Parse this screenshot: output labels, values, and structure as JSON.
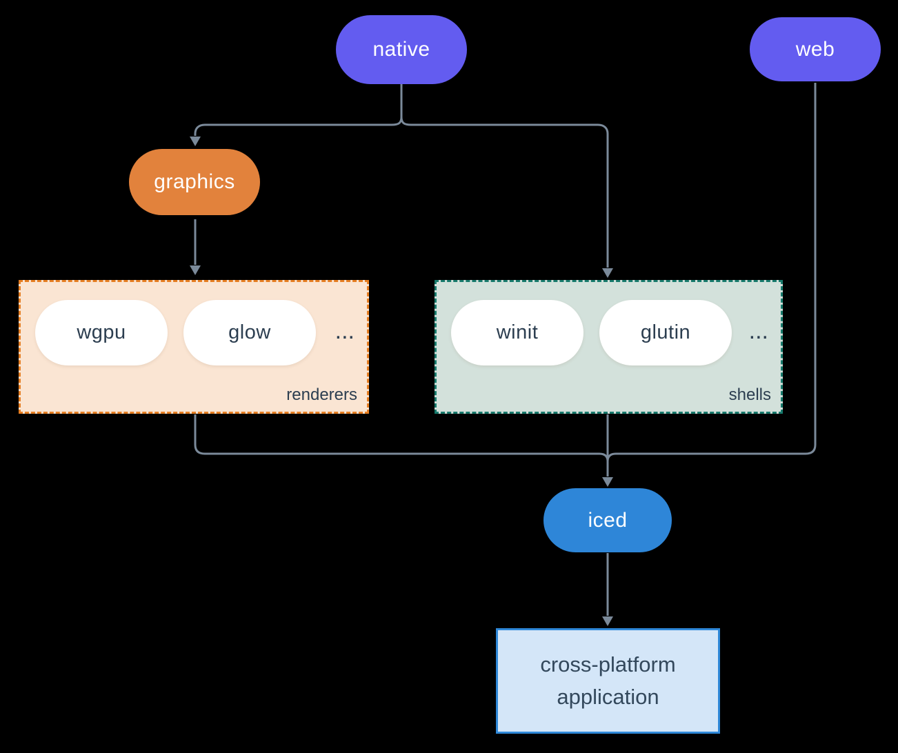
{
  "canvas_background": "#000000",
  "connector_color": "#7B8A9A",
  "nodes": {
    "native": {
      "label": "native",
      "color": "#635CF0",
      "text_color": "#FFFFFF"
    },
    "web": {
      "label": "web",
      "color": "#635CF0",
      "text_color": "#FFFFFF"
    },
    "graphics": {
      "label": "graphics",
      "color": "#E2823C",
      "text_color": "#FFFFFF"
    },
    "iced": {
      "label": "iced",
      "color": "#2E86D8",
      "text_color": "#FFFFFF"
    },
    "wgpu": {
      "label": "wgpu",
      "color": "#FFFFFF",
      "text_color": "#2C3E50"
    },
    "glow": {
      "label": "glow",
      "color": "#FFFFFF",
      "text_color": "#2C3E50"
    },
    "winit": {
      "label": "winit",
      "color": "#FFFFFF",
      "text_color": "#2C3E50"
    },
    "glutin": {
      "label": "glutin",
      "color": "#FFFFFF",
      "text_color": "#2C3E50"
    }
  },
  "groups": {
    "renderers": {
      "label": "renderers",
      "ellipsis": "...",
      "background": "#FAE5D3",
      "border_color": "#E67E22"
    },
    "shells": {
      "label": "shells",
      "ellipsis": "...",
      "background": "#D3E1DB",
      "border_color": "#177A6C"
    }
  },
  "app_box": {
    "label": "cross-platform application",
    "background": "#D4E6F8",
    "border_color": "#2F88D8",
    "text_color": "#33485C"
  }
}
